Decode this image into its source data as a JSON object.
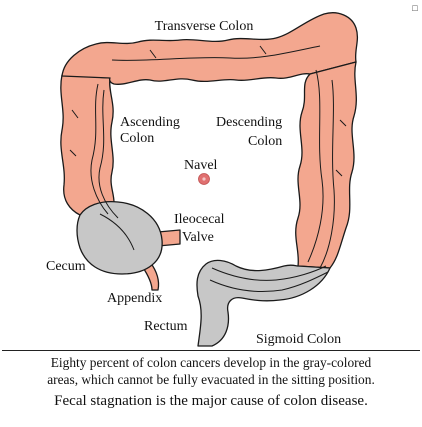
{
  "diagram": {
    "labels": {
      "transverse_colon": "Transverse Colon",
      "ascending_colon_1": "Ascending",
      "ascending_colon_2": "Colon",
      "descending_colon_1": "Descending",
      "descending_colon_2": "Colon",
      "navel": "Navel",
      "ileocecal_1": "Ileocecal",
      "ileocecal_2": "Valve",
      "cecum": "Cecum",
      "appendix": "Appendix",
      "rectum": "Rectum",
      "sigmoid_colon": "Sigmoid Colon"
    },
    "corner_mark": "□"
  },
  "caption": {
    "line1": "Eighty percent of colon cancers develop in the gray-colored",
    "line2": "areas, which cannot be fully evacuated in the sitting position.",
    "line3": "Fecal stagnation is the major cause of colon disease."
  },
  "colors": {
    "colon_pink": "#f3a78f",
    "gray_area": "#c7c7c7",
    "outline": "#1a1a1a",
    "navel": "#e07070"
  }
}
